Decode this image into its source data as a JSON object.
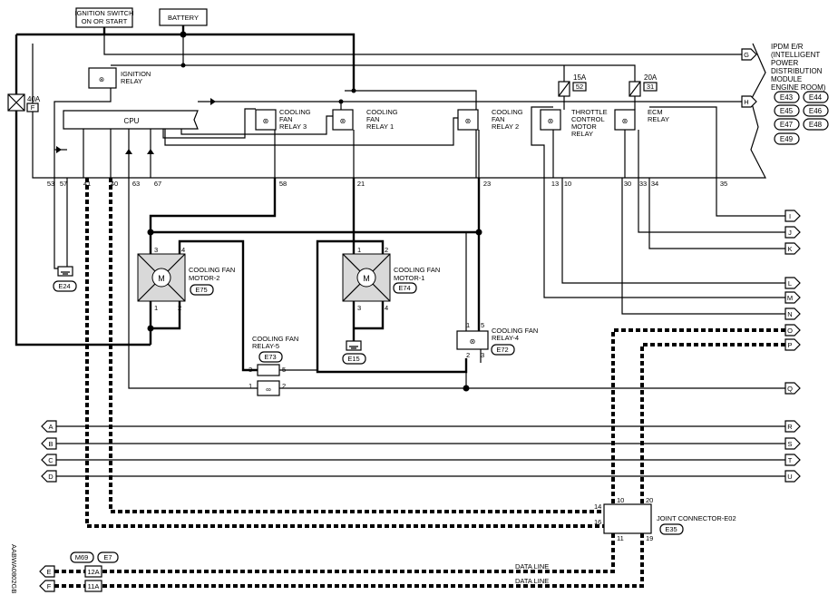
{
  "labels": {
    "ignition_switch": [
      "IGNITION SWITCH",
      "ON OR START"
    ],
    "battery": "BATTERY",
    "ipdm": [
      "IPDM E/R",
      "(INTELLIGENT",
      "POWER",
      "DISTRIBUTION",
      "MODULE",
      "ENGINE ROOM)"
    ],
    "connectors_ipdm": [
      "E43",
      "E44",
      "E45",
      "E46",
      "E47",
      "E48",
      "E49"
    ],
    "fuse_40a": "40A",
    "fuse_40a_id": "F",
    "fuse_15a": "15A",
    "fuse_15a_id": "52",
    "fuse_20a": "20A",
    "fuse_20a_id": "31",
    "ignition_relay": [
      "IGNITION",
      "RELAY"
    ],
    "cpu": "CPU",
    "cfr3": [
      "COOLING",
      "FAN",
      "RELAY 3"
    ],
    "cfr1": [
      "COOLING",
      "FAN",
      "RELAY 1"
    ],
    "cfr2": [
      "COOLING",
      "FAN",
      "RELAY 2"
    ],
    "tcm_relay": [
      "THROTTLE",
      "CONTROL",
      "MOTOR",
      "RELAY"
    ],
    "ecm_relay": [
      "ECM",
      "RELAY"
    ],
    "pins_ipdm": [
      "53",
      "57",
      "41",
      "40",
      "63",
      "67",
      "58",
      "21",
      "23",
      "13",
      "10",
      "30",
      "33",
      "34",
      "35"
    ],
    "e24": "E24",
    "motor2": [
      "COOLING FAN",
      "MOTOR-2"
    ],
    "motor2_conn": "E75",
    "motor1": [
      "COOLING FAN",
      "MOTOR-1"
    ],
    "motor1_conn": "E74",
    "motor_letter": "M",
    "relay5": [
      "COOLING FAN",
      "RELAY-5"
    ],
    "relay5_conn": "E73",
    "relay4": [
      "COOLING FAN",
      "RELAY-4"
    ],
    "relay4_conn": "E72",
    "e15": "E15",
    "joint": "JOINT CONNECTOR-E02",
    "joint_conn": "E35",
    "data_line": "DATA LINE",
    "m69": "M69",
    "e7": "E7",
    "pin_12a": "12A",
    "pin_11a": "11A",
    "side_code": "AABWA0802GB",
    "pins_m2": [
      "3",
      "4",
      "1",
      "2"
    ],
    "pins_m1": [
      "1",
      "2",
      "3",
      "4"
    ],
    "pins_r5": [
      "3",
      "5",
      "1",
      "2"
    ],
    "pins_r4": [
      "1",
      "5",
      "2",
      "3"
    ],
    "pins_joint": [
      "14",
      "10",
      "20",
      "16",
      "11",
      "19"
    ]
  },
  "arrows_right": [
    "G",
    "H",
    "I",
    "J",
    "K",
    "L",
    "M",
    "N",
    "O",
    "P",
    "Q",
    "R",
    "S",
    "T",
    "U"
  ],
  "arrows_left": [
    "A",
    "B",
    "C",
    "D",
    "E",
    "F"
  ]
}
